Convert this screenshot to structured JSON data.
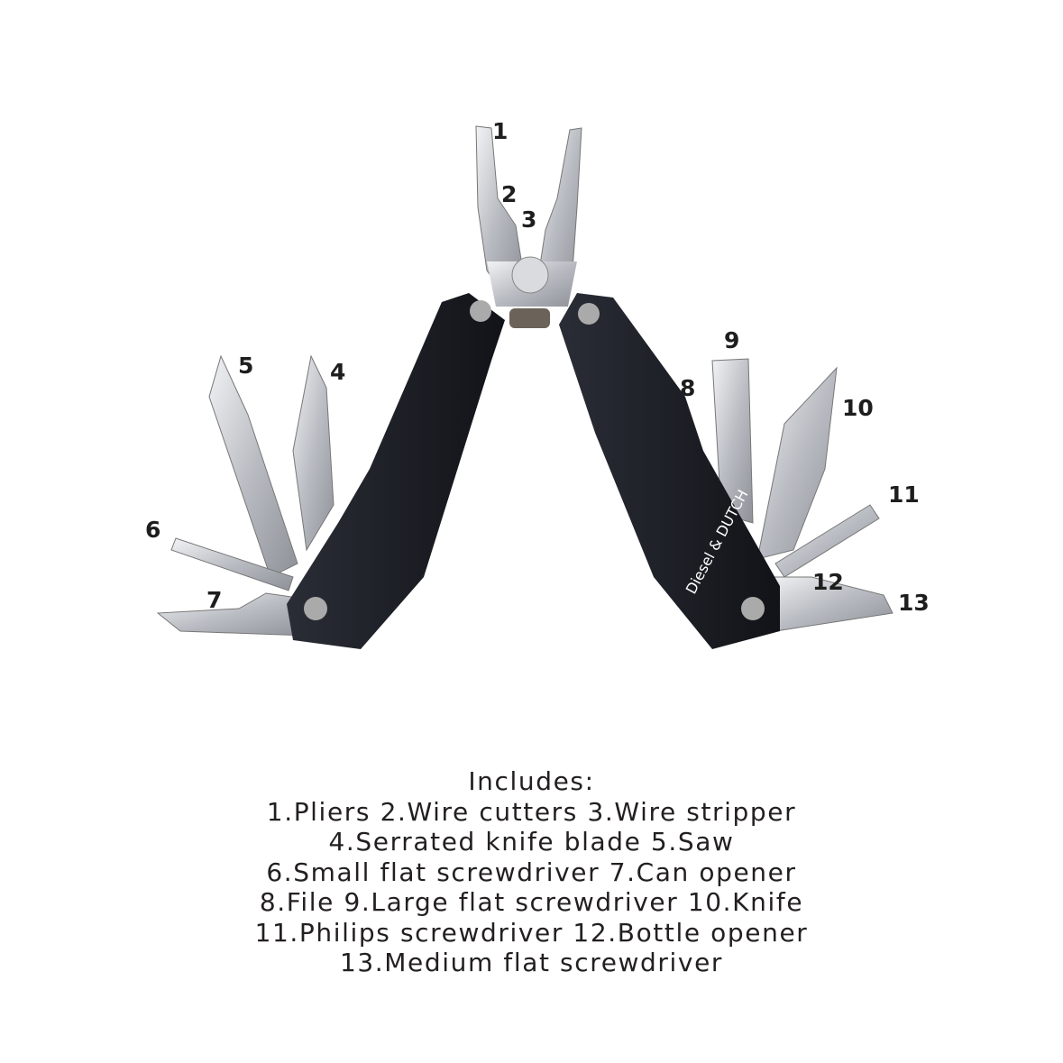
{
  "image": {
    "brand_logo": "Diesel & DUTCH",
    "callouts": [
      "1",
      "2",
      "3",
      "4",
      "5",
      "6",
      "7",
      "8",
      "9",
      "10",
      "11",
      "12",
      "13"
    ]
  },
  "caption": {
    "heading": "Includes:",
    "lines": [
      "1.Pliers 2.Wire cutters 3.Wire stripper",
      "4.Serrated knife blade 5.Saw",
      "6.Small flat screwdriver 7.Can opener",
      "8.File 9.Large flat screwdriver 10.Knife",
      "11.Philips screwdriver 12.Bottle opener",
      "13.Medium flat screwdriver"
    ]
  },
  "colors": {
    "handle": "#1b1d24",
    "steel": "#c9ccd1",
    "text": "#231f20"
  }
}
